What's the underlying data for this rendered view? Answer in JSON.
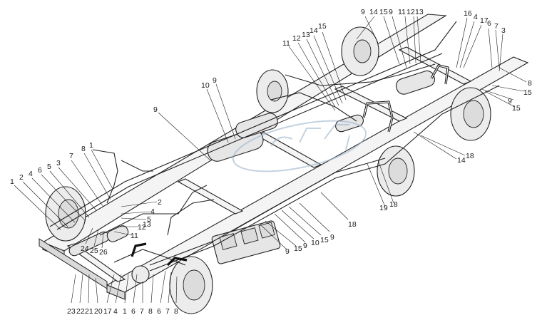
{
  "callouts": {
    "top_right": [
      "9",
      "14",
      "15",
      "9",
      "11",
      "12",
      "13",
      "16",
      "4",
      "17",
      "6",
      "7",
      "3"
    ],
    "right_side": [
      "8",
      "15",
      "15",
      "9",
      "14",
      "18",
      "19",
      "18"
    ],
    "upper_middle": [
      "12",
      "13",
      "14",
      "15",
      "11",
      "10",
      "9",
      "9"
    ],
    "left_upper": [
      "1",
      "8",
      "7",
      "3",
      "5",
      "6",
      "4",
      "2",
      "1"
    ],
    "left_middle": [
      "2",
      "4",
      "5",
      "12",
      "13",
      "11",
      "24",
      "25",
      "26"
    ],
    "center_bottom": [
      "18",
      "9",
      "15",
      "10",
      "9",
      "15",
      "9"
    ],
    "bottom_row": [
      "23",
      "22",
      "21",
      "20",
      "17",
      "4",
      "1",
      "6",
      "7",
      "8",
      "6",
      "7",
      "8"
    ]
  },
  "colors": {
    "line": "#222222",
    "background": "#ffffff",
    "watermark": "#9fb4cc"
  },
  "watermark": {
    "icon": "gaz-logo-watermark"
  }
}
